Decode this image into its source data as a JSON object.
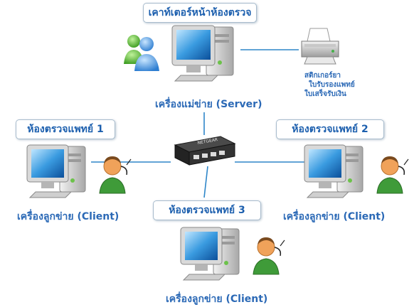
{
  "reception": {
    "label": "เคาท์เตอร์หน้าห้องตรวจ"
  },
  "server": {
    "caption": "เครื่องแม่ข่าย (Server)"
  },
  "printer": {
    "notes": [
      "สติกเกอร์ยา",
      "ใบรับรองแพทย์",
      "ใบเสร็จรับเงิน"
    ]
  },
  "rooms": [
    {
      "label": "ห้องตรวจแพทย์ 1",
      "caption": "เครื่องลูกข่าย (Client)"
    },
    {
      "label": "ห้องตรวจแพทย์ 2",
      "caption": "เครื่องลูกข่าย (Client)"
    },
    {
      "label": "ห้องตรวจแพทย์ 3",
      "caption": "เครื่องลูกข่าย (Client)"
    }
  ],
  "switch": {
    "brand": "NETGEAR"
  },
  "colors": {
    "line": "#2e86c9",
    "label_text": "#1c5fae",
    "caption_text": "#2b69b6"
  }
}
